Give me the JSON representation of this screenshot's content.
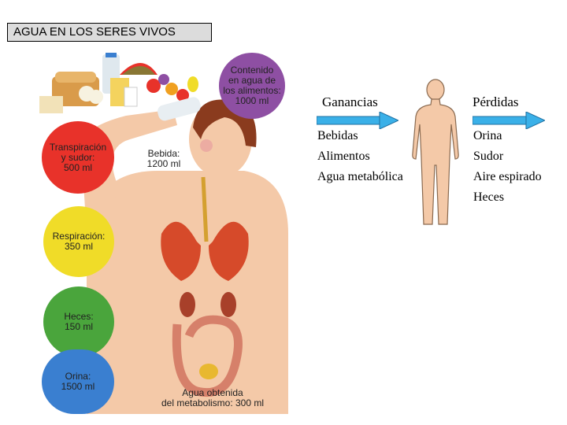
{
  "title": "AGUA EN LOS SERES VIVOS",
  "illustration": {
    "food_circle": {
      "line1": "Contenido",
      "line2": "en agua de",
      "line3": "los alimentos:",
      "line4": "1000 ml"
    },
    "drink_label": {
      "line1": "Bebida:",
      "line2": "1200 ml"
    },
    "sweat_circle": {
      "line1": "Transpiración",
      "line2": "y sudor:",
      "line3": "500 ml"
    },
    "respiration_circle": {
      "line1": "Respiración:",
      "line2": "350 ml"
    },
    "feces_circle": {
      "line1": "Heces:",
      "line2": "150 ml"
    },
    "urine_circle": {
      "line1": "Orina:",
      "line2": "1500 ml"
    },
    "metabolism_label": {
      "line1": "Agua obtenida",
      "line2": "del metabolismo: 300 ml"
    },
    "colors": {
      "food": "#8e4fa3",
      "sweat": "#e8322a",
      "respiration": "#f0dc28",
      "feces": "#4aa53c",
      "urine": "#3a7fd0",
      "skin": "#f4c9a8",
      "arrow": "#3ab0e8"
    }
  },
  "gains": {
    "header": "Ganancias",
    "items": [
      "Bebidas",
      "Alimentos",
      "Agua metabólica"
    ]
  },
  "losses": {
    "header": "Pérdidas",
    "items": [
      "Orina",
      "Sudor",
      "Aire espirado",
      "Heces"
    ]
  }
}
